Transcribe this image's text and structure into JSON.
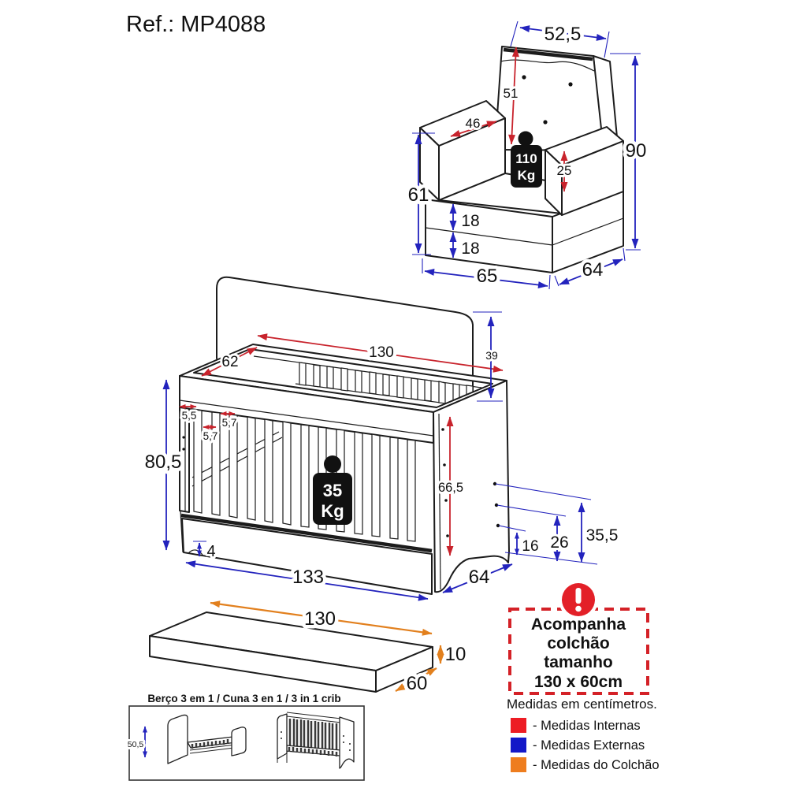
{
  "title": "Ref.: MP4088",
  "armchair": {
    "weight": {
      "value": "110",
      "unit": "Kg"
    },
    "dims": {
      "top_width": "52,5",
      "back_cushion_height": "51",
      "armrest_depth": "46",
      "armrest_height": "25",
      "base_side_height": "61",
      "base_upper": "18",
      "base_lower": "18",
      "total_height": "90",
      "total_width": "65",
      "total_depth": "64"
    }
  },
  "crib": {
    "weight": {
      "value": "35",
      "unit": "Kg"
    },
    "dims": {
      "inner_length": "130",
      "inner_width": "62",
      "headboard_rise": "39",
      "slat_gap1": "5,5",
      "slat_gap2": "5,7",
      "slat_gap3": "5,7",
      "front_height": "80,5",
      "inner_height": "66,5",
      "foot_clearance": "4",
      "total_length": "133",
      "total_depth": "64",
      "hole_low": "16",
      "hole_mid": "26",
      "hole_top": "35,5"
    }
  },
  "mattress": {
    "dims": {
      "length": "130",
      "thickness": "10",
      "width": "60"
    }
  },
  "variants": {
    "title": "Berço 3 em 1 / Cuna 3 en 1 / 3 in 1 crib",
    "toddler_bed_height": "50,5"
  },
  "notice": {
    "line1": "Acompanha",
    "line2": "colchão",
    "line3": "tamanho",
    "size": "130 x 60cm",
    "accent_color": "#d42127"
  },
  "legend": {
    "units_note": "Medidas em centímetros.",
    "items": [
      {
        "label": "- Medidas Internas",
        "color": "#ed1c24"
      },
      {
        "label": "- Medidas Externas",
        "color": "#1318c8"
      },
      {
        "label": "- Medidas do Colchão",
        "color": "#ee7d1e"
      }
    ]
  }
}
